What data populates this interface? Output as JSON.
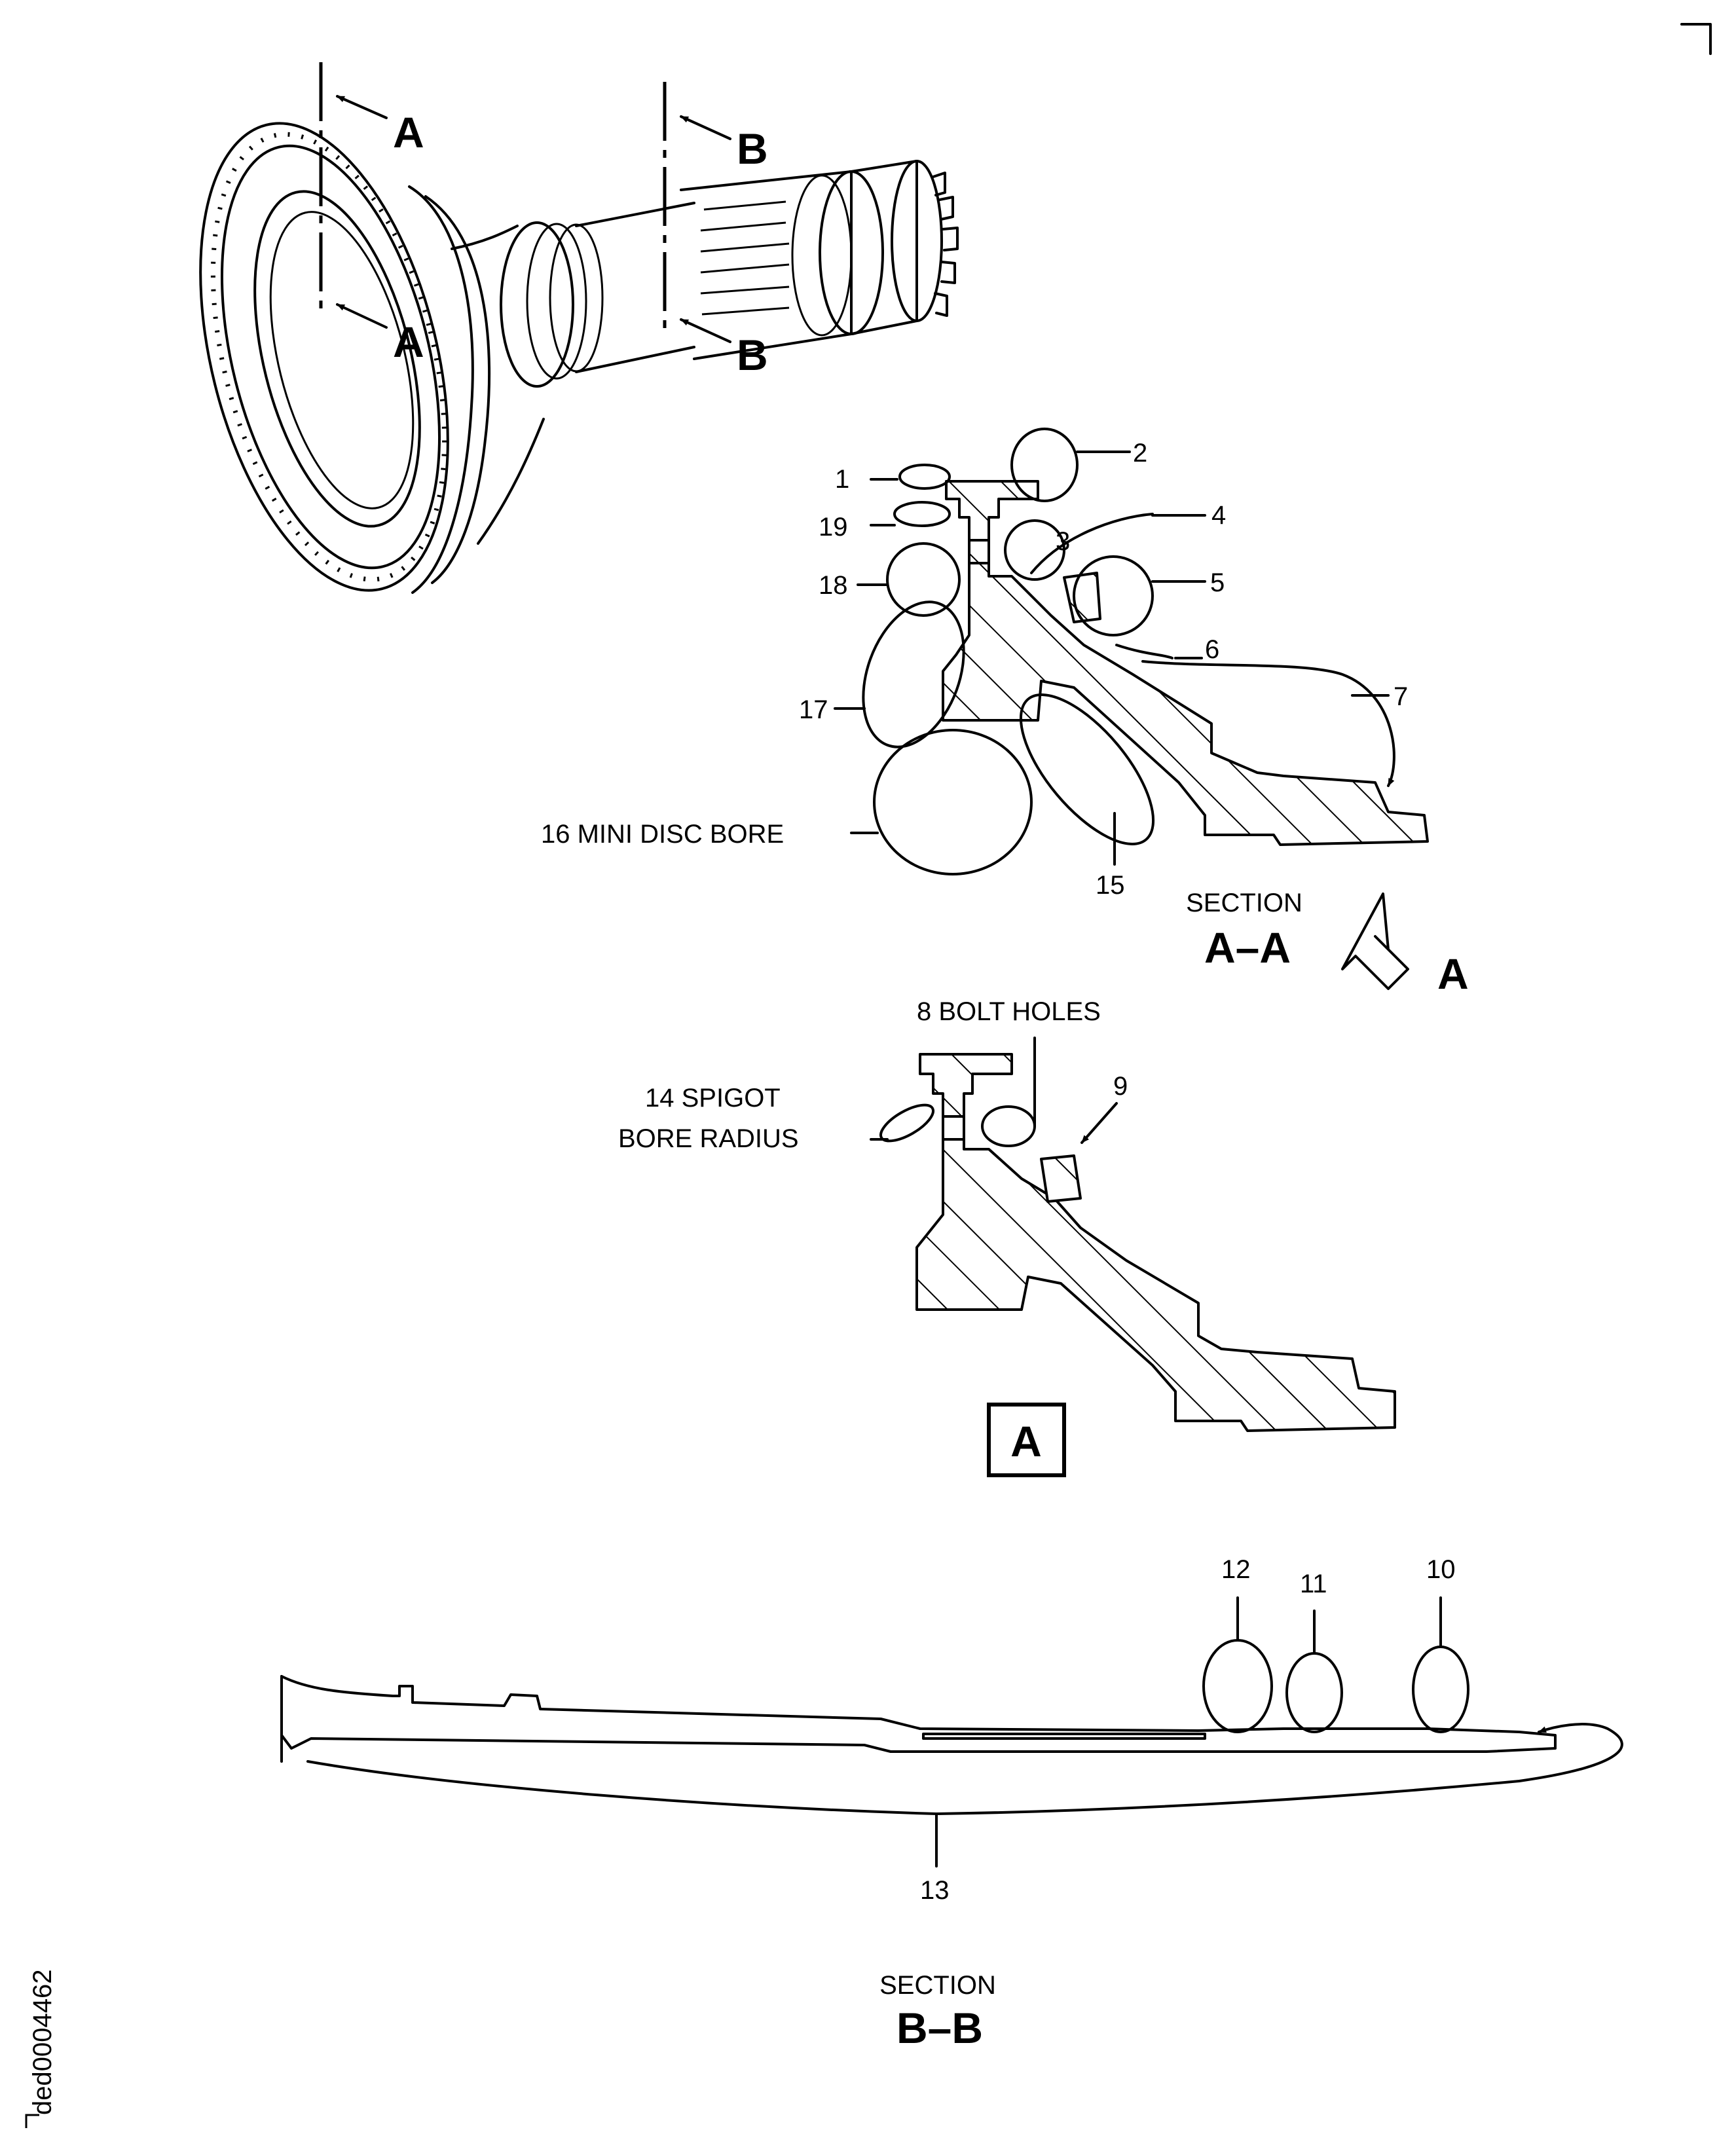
{
  "drawing_id": "ded0004462",
  "view_markers": {
    "section_a_top": "A",
    "section_a_bottom": "A",
    "section_b_top": "B",
    "section_b_bottom": "B",
    "view_arrow": "A",
    "detail_box": "A"
  },
  "section_aa": {
    "word": "SECTION",
    "letters": "A–A",
    "callouts": [
      {
        "id": "1",
        "text": "1"
      },
      {
        "id": "2",
        "text": "2"
      },
      {
        "id": "3",
        "text": "3"
      },
      {
        "id": "4",
        "text": "4"
      },
      {
        "id": "5",
        "text": "5"
      },
      {
        "id": "6",
        "text": "6"
      },
      {
        "id": "7",
        "text": "7"
      },
      {
        "id": "15",
        "text": "15"
      },
      {
        "id": "16",
        "text": "16 MINI DISC BORE"
      },
      {
        "id": "17",
        "text": "17"
      },
      {
        "id": "18",
        "text": "18"
      },
      {
        "id": "19",
        "text": "19"
      }
    ]
  },
  "detail_a": {
    "callouts": [
      {
        "id": "8",
        "text": "8 BOLT HOLES"
      },
      {
        "id": "9",
        "text": "9"
      },
      {
        "id": "14a",
        "text": "14 SPIGOT"
      },
      {
        "id": "14b",
        "text": "BORE RADIUS"
      }
    ]
  },
  "section_bb": {
    "word": "SECTION",
    "letters": "B–B",
    "callouts": [
      {
        "id": "10",
        "text": "10"
      },
      {
        "id": "11",
        "text": "11"
      },
      {
        "id": "12",
        "text": "12"
      },
      {
        "id": "13",
        "text": "13"
      }
    ]
  }
}
